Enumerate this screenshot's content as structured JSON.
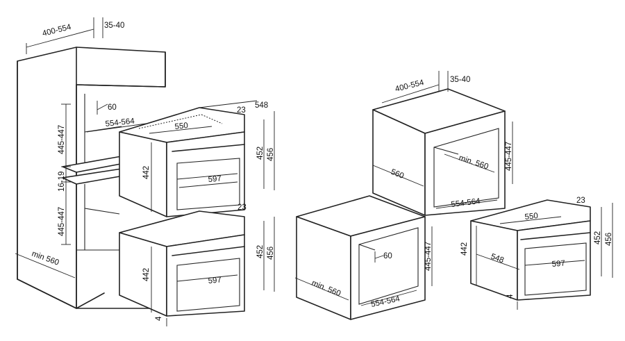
{
  "colors": {
    "line": "#222222",
    "background": "#ffffff"
  },
  "left_column": {
    "width": "400-554",
    "depth_top": "35-40",
    "side_height_upper": "445-447",
    "side_height_lower": "445-447",
    "gap": "16-19",
    "base_depth": "min 560",
    "niche_depth": "60",
    "niche_width": "554-564",
    "upper_oven": {
      "depth": "548",
      "top_depth": "23",
      "inner_width": "550",
      "body_height": "442",
      "front_width": "597",
      "front_height_inner": "452",
      "front_height_outer": "456"
    },
    "lower_oven": {
      "top_depth": "23",
      "body_height": "442",
      "front_width": "597",
      "front_height_inner": "452",
      "front_height_outer": "456",
      "bottom_gap": "4"
    }
  },
  "right_column": {
    "width": "400-554",
    "depth_top": "35-40",
    "tall_cabinet_depth": "560",
    "tall_cabinet_height": "445-447",
    "tall_niche_depth": "min. 560",
    "tall_niche_width": "554-564",
    "base_cabinet_height": "445-447",
    "base_cabinet_depth": "min. 560",
    "base_niche_depth": "60",
    "base_niche_width": "554-564",
    "oven": {
      "top_depth": "23",
      "inner_width": "550",
      "body_height": "442",
      "depth": "548",
      "front_width": "597",
      "front_height_inner": "452",
      "front_height_outer": "456",
      "bottom_gap": "4"
    }
  }
}
